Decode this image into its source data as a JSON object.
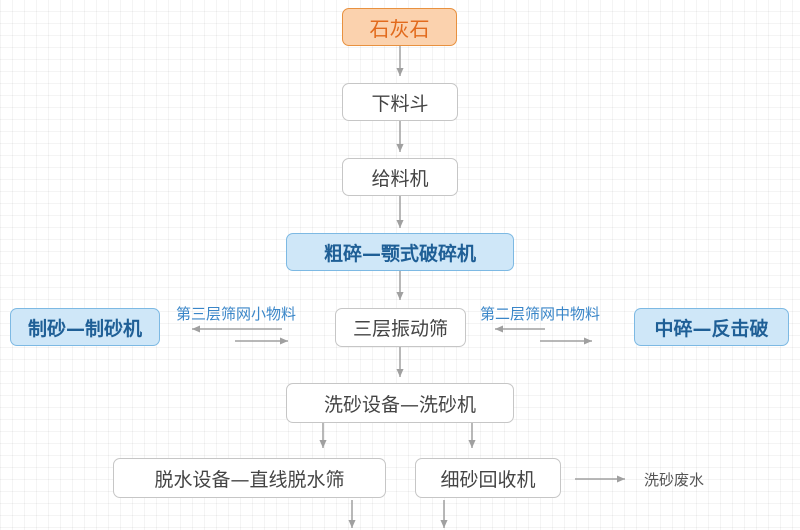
{
  "diagram": {
    "nodes": {
      "limestone": "石灰石",
      "hopper": "下料斗",
      "feeder": "给料机",
      "coarse_crush": "粗碎—颚式破碎机",
      "sand_maker": "制砂—制砂机",
      "screen": "三层振动筛",
      "medium_crush": "中碎—反击破",
      "washer": "洗砂设备—洗砂机",
      "dewater": "脱水设备—直线脱水筛",
      "fine_recovery": "细砂回收机"
    },
    "labels": {
      "third_layer": "第三层筛网小物料",
      "second_layer": "第二层筛网中物料",
      "waste_water": "洗砂废水"
    },
    "colors": {
      "start_fill": "#fbd2ae",
      "start_text": "#e26a1c",
      "crusher_fill": "#cfe7f8",
      "crusher_text": "#1f5f96",
      "label_text": "#3a86c8",
      "arrow": "#a0a0a0"
    }
  }
}
